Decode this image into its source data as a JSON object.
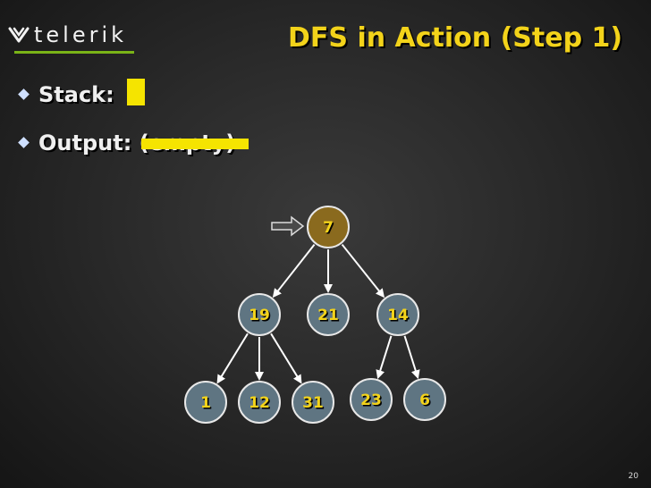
{
  "logo": {
    "text": "telerik"
  },
  "slide": {
    "title": "DFS in Action (Step 1)",
    "stack_label": "Stack:",
    "output_label": "Output:",
    "output_value": "(empty)",
    "page_number": "20"
  },
  "tree": {
    "highlight_color": "#8a6a1e",
    "node_color": "#5f7582",
    "text_color": "#f3d31a",
    "nodes": [
      {
        "id": "n7",
        "label": "7",
        "current": true
      },
      {
        "id": "n19",
        "label": "19"
      },
      {
        "id": "n21",
        "label": "21"
      },
      {
        "id": "n14",
        "label": "14"
      },
      {
        "id": "n1",
        "label": "1"
      },
      {
        "id": "n12",
        "label": "12"
      },
      {
        "id": "n31",
        "label": "31"
      },
      {
        "id": "n23",
        "label": "23"
      },
      {
        "id": "n6",
        "label": "6"
      }
    ],
    "edges": [
      [
        "n7",
        "n19"
      ],
      [
        "n7",
        "n21"
      ],
      [
        "n7",
        "n14"
      ],
      [
        "n19",
        "n1"
      ],
      [
        "n19",
        "n12"
      ],
      [
        "n19",
        "n31"
      ],
      [
        "n14",
        "n23"
      ],
      [
        "n14",
        "n6"
      ]
    ]
  }
}
